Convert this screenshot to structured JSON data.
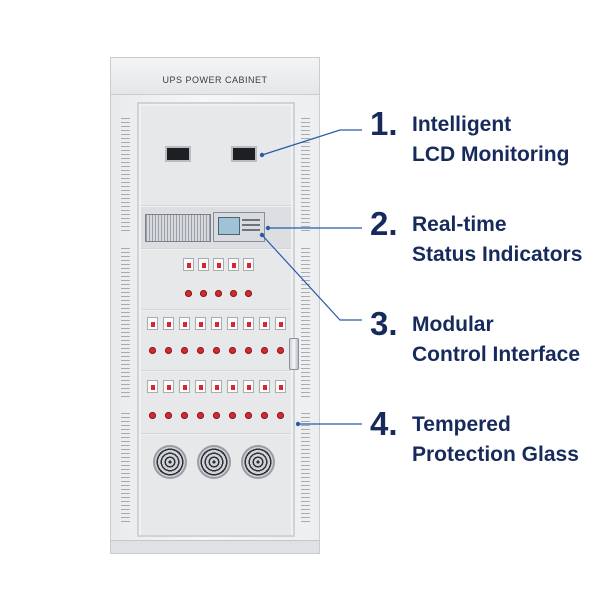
{
  "cabinet": {
    "title": "UPS POWER CABINET"
  },
  "callouts": [
    {
      "number": "1.",
      "line1": "Intelligent",
      "line2": "LCD Monitoring"
    },
    {
      "number": "2.",
      "line1": "Real-time",
      "line2": "Status Indicators"
    },
    {
      "number": "3.",
      "line1": "Modular",
      "line2": "Control Interface"
    },
    {
      "number": "4.",
      "line1": "Tempered",
      "line2": "Protection Glass"
    }
  ],
  "colors": {
    "callout_text": "#172a5c",
    "leader_line": "#2a5aa8",
    "indicator_red": "#d42a2f"
  },
  "icons": {
    "fan": "fan-icon",
    "breaker": "breaker-icon",
    "knob": "knob-icon",
    "handle": "door-handle-icon"
  }
}
